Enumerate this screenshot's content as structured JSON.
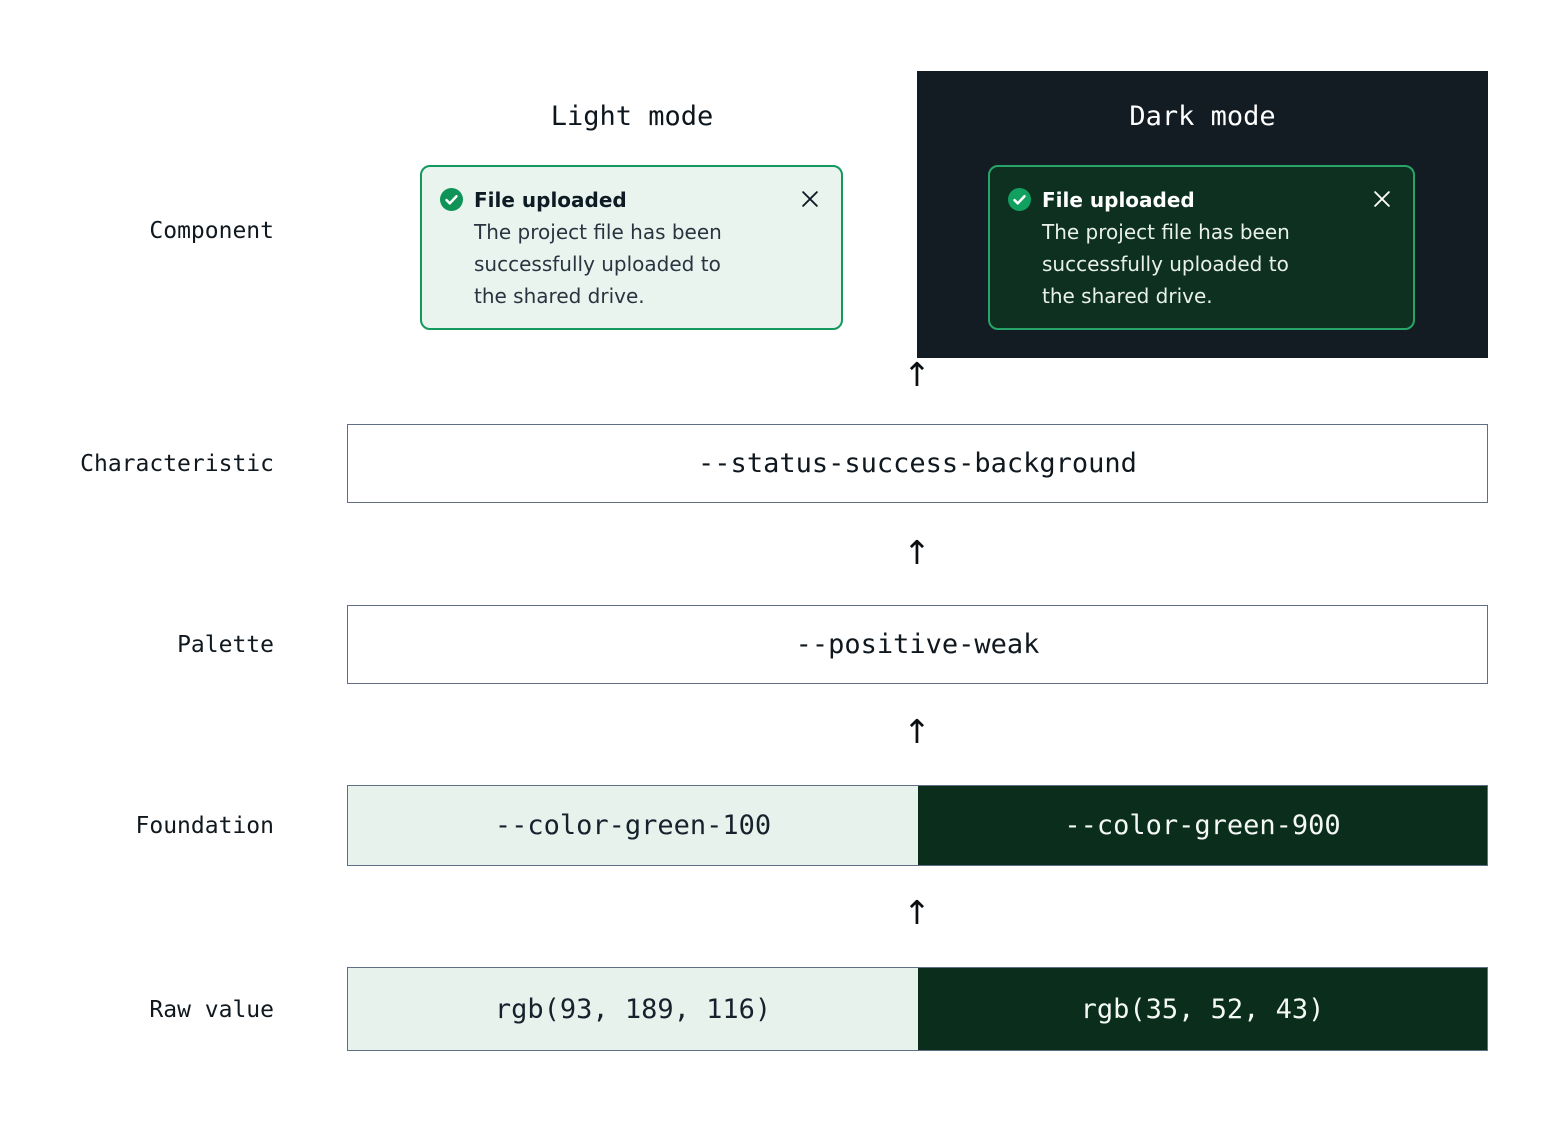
{
  "header": {
    "light_label": "Light mode",
    "dark_label": "Dark mode"
  },
  "toast": {
    "title": "File uploaded",
    "body": "The project file has been successfully uploaded to the shared drive.",
    "icons": {
      "status": "check-circle-icon",
      "close": "close-x-icon"
    }
  },
  "levels": {
    "component": {
      "label": "Component"
    },
    "characteristic": {
      "label": "Characteristic",
      "token": "--status-success-background"
    },
    "palette": {
      "label": "Palette",
      "token": "--positive-weak"
    },
    "foundation": {
      "label": "Foundation",
      "light_token": "--color-green-100",
      "dark_token": "--color-green-900"
    },
    "raw": {
      "label": "Raw value",
      "light_value": "rgb(93, 189, 116)",
      "dark_value": "rgb(35, 52, 43)"
    }
  },
  "arrow_glyph": "↑",
  "colors": {
    "dark-panel-bg": "#131c23",
    "light-toast-bg": "#eaf4ee",
    "dark-toast-bg": "#0d3020",
    "toast-border-light": "#14995d",
    "toast-border-dark": "#28a469",
    "success-icon-green": "#0f9356",
    "light-swatch": "#e8f2ed",
    "dark-swatch": "#0a2e1b",
    "outline-border": "#5f6e84"
  }
}
